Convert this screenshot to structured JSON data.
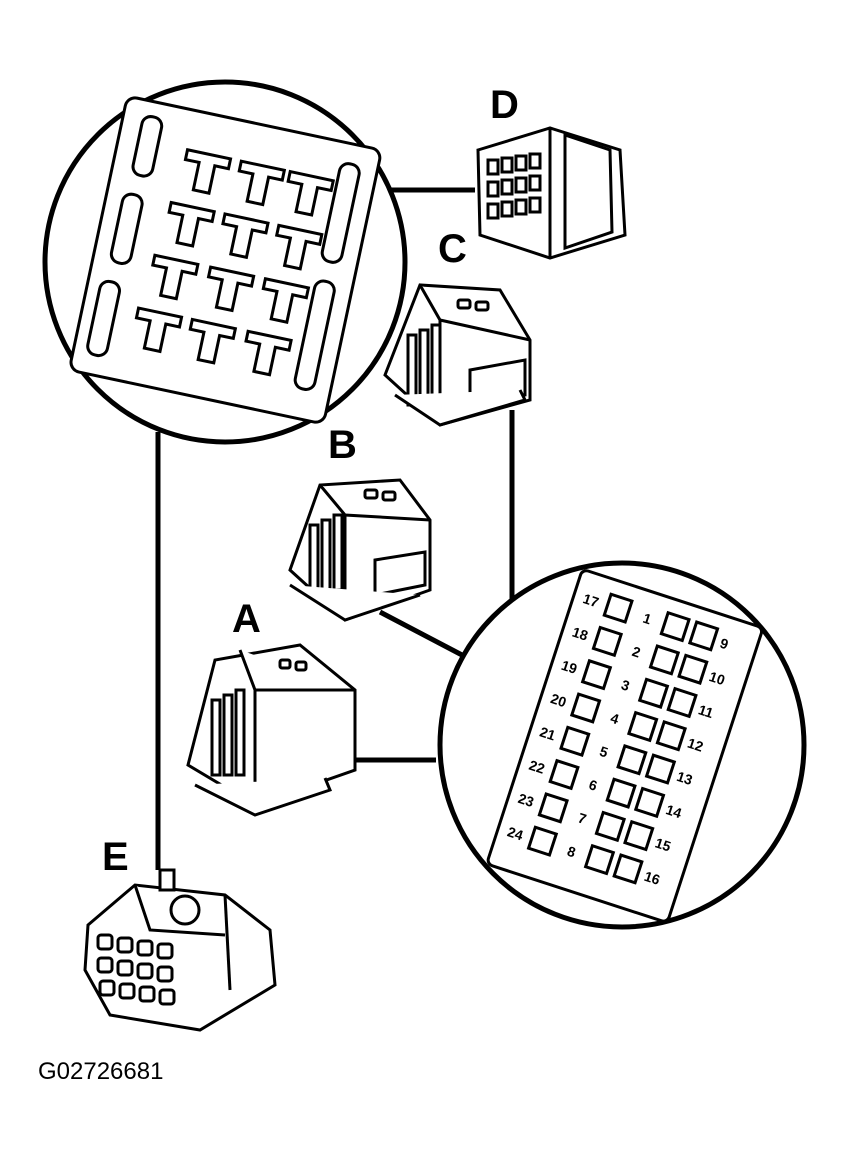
{
  "labels": {
    "a": "A",
    "b": "B",
    "c": "C",
    "d": "D",
    "e": "E"
  },
  "figure_code": "G02726681",
  "pin_numbers": [
    "17",
    "18",
    "19",
    "20",
    "21",
    "22",
    "23",
    "24",
    "1",
    "2",
    "3",
    "4",
    "5",
    "6",
    "7",
    "8",
    "9",
    "10",
    "11",
    "12",
    "13",
    "14",
    "15",
    "16"
  ]
}
